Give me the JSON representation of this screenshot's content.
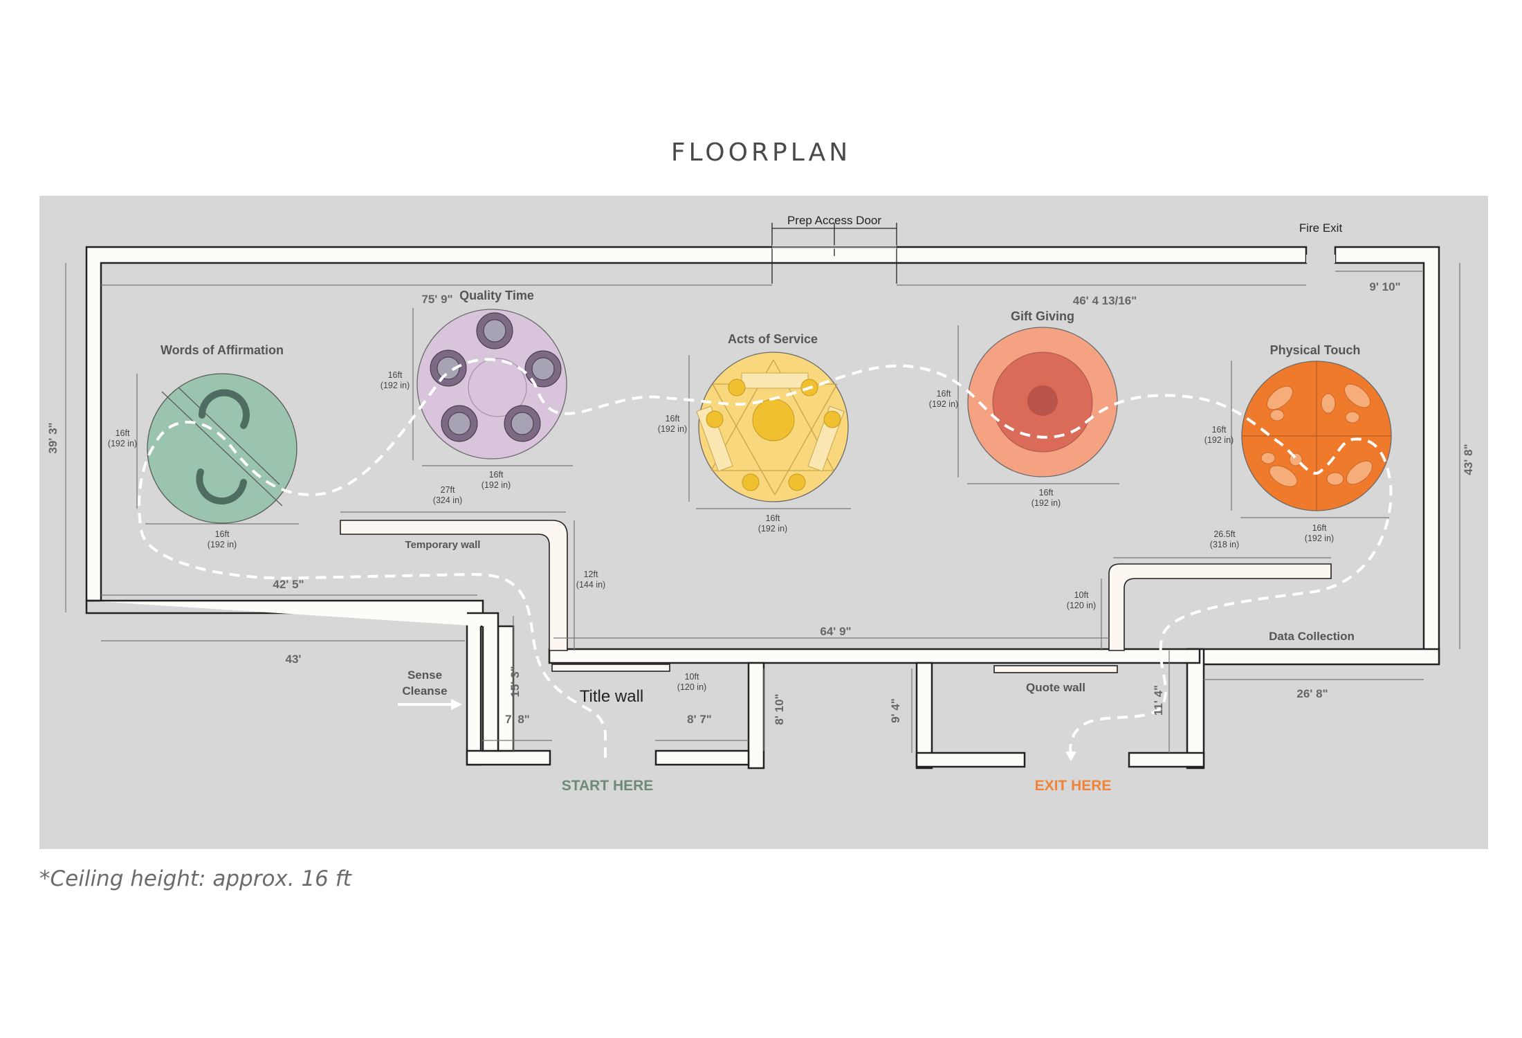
{
  "title": "FLOORPLAN",
  "footnote": "*Ceiling height: approx. 16 ft",
  "colors": {
    "background": "#d7d7d7",
    "words_of_affirmation": "#9ac4ae",
    "quality_time": "#d8c4db",
    "acts_of_service": "#f9d77d",
    "gift_giving": "#f5a282",
    "physical_touch": "#ef7a2c",
    "start": "#6e8a78",
    "exit": "#f0833a"
  },
  "zones": {
    "words": {
      "label": "Words of Affirmation",
      "width": "16ft",
      "width_in": "(192 in)",
      "height": "16ft",
      "height_in": "(192 in)"
    },
    "quality": {
      "label": "Quality Time",
      "width": "16ft",
      "width_in": "(192 in)",
      "height": "16ft",
      "height_in": "(192 in)"
    },
    "acts": {
      "label": "Acts of Service",
      "width": "16ft",
      "width_in": "(192 in)",
      "height": "16ft",
      "height_in": "(192 in)"
    },
    "gift": {
      "label": "Gift Giving",
      "width": "16ft",
      "width_in": "(192 in)",
      "height": "16ft",
      "height_in": "(192 in)"
    },
    "touch": {
      "label": "Physical Touch",
      "width": "16ft",
      "width_in": "(192 in)",
      "height": "16ft",
      "height_in": "(192 in)"
    }
  },
  "doors": {
    "prep": "Prep Access Door",
    "fire": "Fire Exit"
  },
  "walls": {
    "temporary": "Temporary wall",
    "title": "Title wall",
    "quote": "Quote wall",
    "data": "Data Collection",
    "sense": [
      "Sense",
      "Cleanse"
    ]
  },
  "markers": {
    "start": "START HERE",
    "exit": "EXIT HERE"
  },
  "dimensions": {
    "width_top_left": "75' 9\"",
    "width_top_right": "46' 4 13/16\"",
    "fire_exit_width": "9' 10\"",
    "left_height": "39' 3\"",
    "right_height": "43' 8\"",
    "inner_bottom_left": "42' 5\"",
    "bottom_left": "43'",
    "mid_bottom": "64' 9\"",
    "bottom_right": "26' 8\"",
    "temp_wall_len": "27ft",
    "temp_wall_len_in": "(324 in)",
    "temp_wall_depth": "12ft",
    "temp_wall_depth_in": "(144 in)",
    "right_wall_len": "26.5ft",
    "right_wall_len_in": "(318 in)",
    "right_wall_depth": "10ft",
    "right_wall_depth_in": "(120 in)",
    "title_wall_len": "10ft",
    "title_wall_len_in": "(120 in)",
    "entry_depth": "15' 3\"",
    "entry_left": "7' 8\"",
    "entry_right": "8' 7\"",
    "entry_right_depth": "8' 10\"",
    "exit_left_depth": "9' 4\"",
    "exit_right_depth": "11' 4\""
  }
}
